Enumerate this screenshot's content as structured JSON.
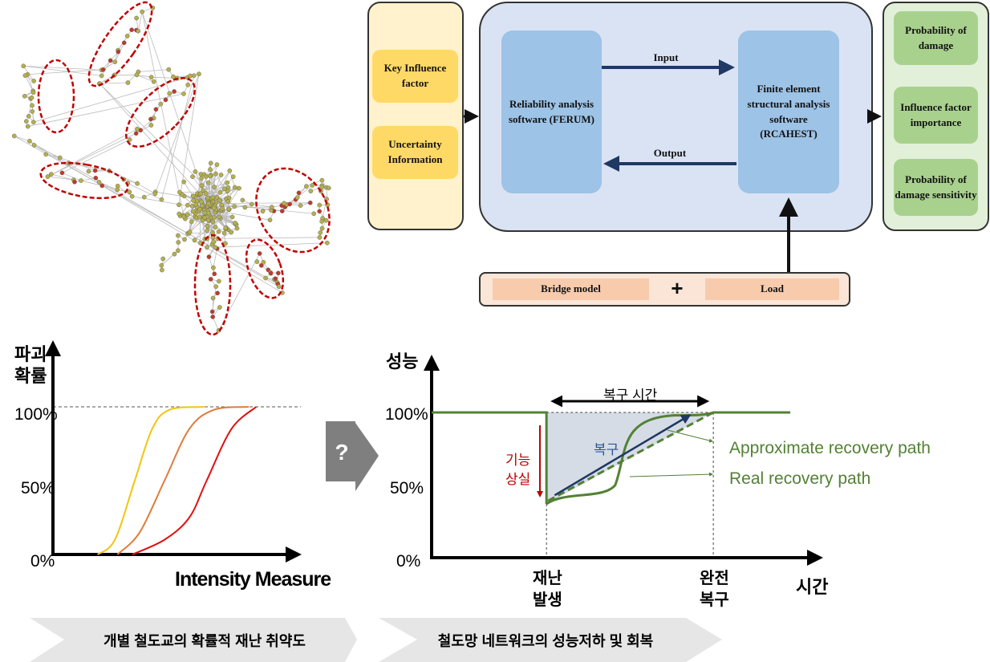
{
  "flow": {
    "inputs": {
      "items": [
        "Key Influence factor",
        "Uncertainty Information"
      ]
    },
    "reliability_box": "Reliability analysis software (FERUM)",
    "fem_box": "Finite element structural analysis software (RCAHEST)",
    "input_arrow": "Input",
    "output_arrow": "Output",
    "outputs": {
      "items": [
        "Probability of damage",
        "Influence factor importance",
        "Probability of damage sensitivity"
      ]
    },
    "bottom": {
      "bridge": "Bridge model",
      "plus": "+",
      "load": "Load"
    }
  },
  "fragility": {
    "ylabel_line1": "파괴",
    "ylabel_line2": "확률",
    "ticks": [
      "100%",
      "50%",
      "0%"
    ],
    "xlabel": "Intensity Measure",
    "banner": "개별 철도교의 확률적 재난 취약도",
    "colors": [
      "#f2c40f",
      "#e07b39",
      "#e01010"
    ],
    "series": [
      {
        "points": [
          [
            18,
            0
          ],
          [
            25,
            10
          ],
          [
            33,
            50
          ],
          [
            40,
            85
          ],
          [
            47,
            98
          ],
          [
            61,
            100
          ]
        ]
      },
      {
        "points": [
          [
            26,
            0
          ],
          [
            35,
            15
          ],
          [
            45,
            50
          ],
          [
            55,
            85
          ],
          [
            65,
            98
          ],
          [
            79,
            100
          ]
        ]
      },
      {
        "points": [
          [
            32,
            0
          ],
          [
            45,
            10
          ],
          [
            55,
            25
          ],
          [
            62,
            50
          ],
          [
            72,
            85
          ],
          [
            82,
            100
          ]
        ]
      }
    ]
  },
  "transition": {
    "symbol": "?"
  },
  "resilience": {
    "ylabel": "성능",
    "ticks": [
      "100%",
      "50%",
      "0%"
    ],
    "xlabel": "시간",
    "recovery_time": "복구 시간",
    "loss_label_line1": "기능",
    "loss_label_line2": "상실",
    "recovery_label": "복구",
    "event_line1": "재난",
    "event_line2": "발생",
    "full_line1": "완전",
    "full_line2": "복구",
    "approx_legend": "Approximate recovery path",
    "real_legend": "Real recovery path",
    "banner": "철도망 네트워크의 성능저하 및 회복",
    "green": "#538135",
    "min_performance_pct": 37
  }
}
